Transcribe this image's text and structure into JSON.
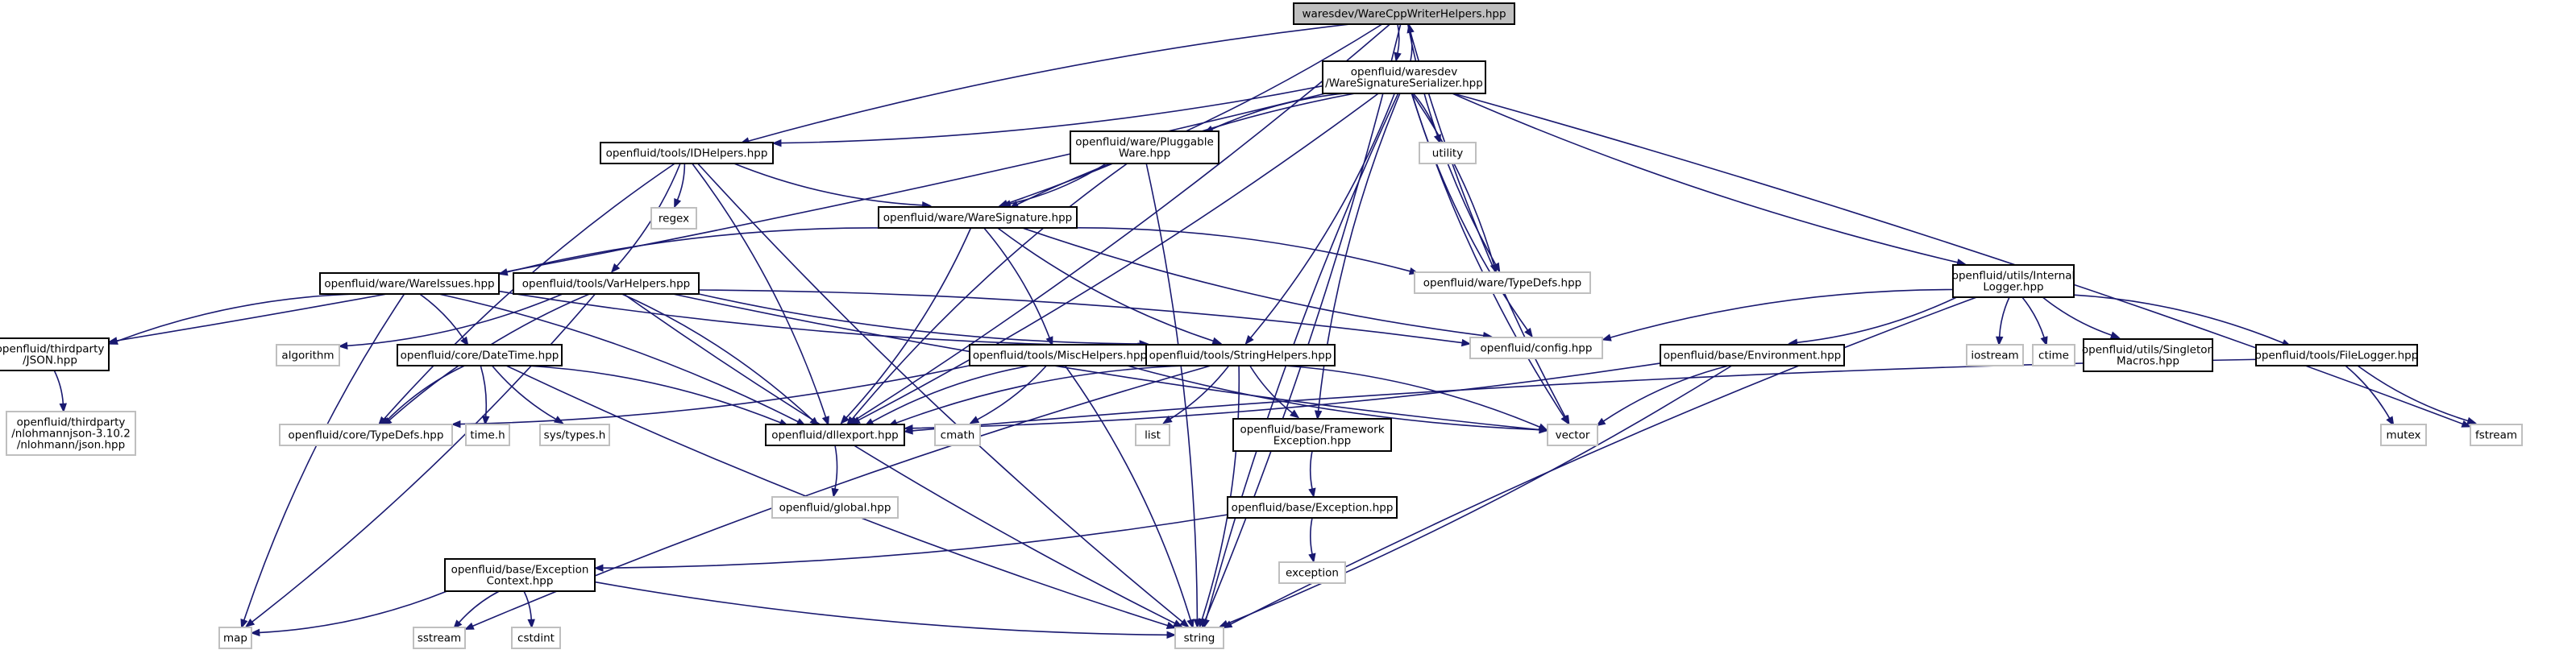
{
  "graph": {
    "colors": {
      "edge": "#191970",
      "root_fill": "#bfbfbf",
      "doc_border": "#000000",
      "system_border": "#bfbfbf"
    },
    "nodes": [
      {
        "id": "root",
        "kind": "root",
        "lines": [
          "waresdev/WareCppWriterHelpers.hpp"
        ]
      },
      {
        "id": "wss",
        "kind": "doc",
        "lines": [
          "openfluid/waresdev",
          "/WareSignatureSerializer.hpp"
        ]
      },
      {
        "id": "idh",
        "kind": "doc",
        "lines": [
          "openfluid/tools/IDHelpers.hpp"
        ]
      },
      {
        "id": "pw",
        "kind": "doc",
        "lines": [
          "openfluid/ware/Pluggable",
          "Ware.hpp"
        ]
      },
      {
        "id": "utility",
        "kind": "sys",
        "lines": [
          "utility"
        ]
      },
      {
        "id": "regex",
        "kind": "sys",
        "lines": [
          "regex"
        ]
      },
      {
        "id": "ws",
        "kind": "doc",
        "lines": [
          "openfluid/ware/WareSignature.hpp"
        ]
      },
      {
        "id": "wtd",
        "kind": "sys",
        "lines": [
          "openfluid/ware/TypeDefs.hpp"
        ]
      },
      {
        "id": "il",
        "kind": "doc",
        "lines": [
          "openfluid/utils/Internal",
          "Logger.hpp"
        ]
      },
      {
        "id": "wi",
        "kind": "doc",
        "lines": [
          "openfluid/ware/WareIssues.hpp"
        ]
      },
      {
        "id": "vh",
        "kind": "doc",
        "lines": [
          "openfluid/tools/VarHelpers.hpp"
        ]
      },
      {
        "id": "cfg",
        "kind": "sys",
        "lines": [
          "openfluid/config.hpp"
        ]
      },
      {
        "id": "json",
        "kind": "doc",
        "lines": [
          "openfluid/thirdparty",
          "/JSON.hpp"
        ]
      },
      {
        "id": "algorithm",
        "kind": "sys",
        "lines": [
          "algorithm"
        ]
      },
      {
        "id": "dt",
        "kind": "doc",
        "lines": [
          "openfluid/core/DateTime.hpp"
        ]
      },
      {
        "id": "mh",
        "kind": "doc",
        "lines": [
          "openfluid/tools/MiscHelpers.hpp"
        ]
      },
      {
        "id": "sh",
        "kind": "doc",
        "lines": [
          "openfluid/tools/StringHelpers.hpp"
        ]
      },
      {
        "id": "env",
        "kind": "doc",
        "lines": [
          "openfluid/base/Environment.hpp"
        ]
      },
      {
        "id": "iostream",
        "kind": "sys",
        "lines": [
          "iostream"
        ]
      },
      {
        "id": "ctime",
        "kind": "sys",
        "lines": [
          "ctime"
        ]
      },
      {
        "id": "sm",
        "kind": "doc",
        "lines": [
          "openfluid/utils/Singleton",
          "Macros.hpp"
        ]
      },
      {
        "id": "fl",
        "kind": "doc",
        "lines": [
          "openfluid/tools/FileLogger.hpp"
        ]
      },
      {
        "id": "nlohmann",
        "kind": "sys",
        "lines": [
          "openfluid/thirdparty",
          "/nlohmannjson-3.10.2",
          "/nlohmann/json.hpp"
        ]
      },
      {
        "id": "ctd",
        "kind": "sys",
        "lines": [
          "openfluid/core/TypeDefs.hpp"
        ]
      },
      {
        "id": "timeh",
        "kind": "sys",
        "lines": [
          "time.h"
        ]
      },
      {
        "id": "systypes",
        "kind": "sys",
        "lines": [
          "sys/types.h"
        ]
      },
      {
        "id": "dll",
        "kind": "doc",
        "lines": [
          "openfluid/dllexport.hpp"
        ]
      },
      {
        "id": "cmath",
        "kind": "sys",
        "lines": [
          "cmath"
        ]
      },
      {
        "id": "list",
        "kind": "sys",
        "lines": [
          "list"
        ]
      },
      {
        "id": "fe",
        "kind": "doc",
        "lines": [
          "openfluid/base/Framework",
          "Exception.hpp"
        ]
      },
      {
        "id": "vector",
        "kind": "sys",
        "lines": [
          "vector"
        ]
      },
      {
        "id": "mutex",
        "kind": "sys",
        "lines": [
          "mutex"
        ]
      },
      {
        "id": "fstream",
        "kind": "sys",
        "lines": [
          "fstream"
        ]
      },
      {
        "id": "global",
        "kind": "sys",
        "lines": [
          "openfluid/global.hpp"
        ]
      },
      {
        "id": "exc",
        "kind": "doc",
        "lines": [
          "openfluid/base/Exception.hpp"
        ]
      },
      {
        "id": "ec",
        "kind": "doc",
        "lines": [
          "openfluid/base/Exception",
          "Context.hpp"
        ]
      },
      {
        "id": "exception",
        "kind": "sys",
        "lines": [
          "exception"
        ]
      },
      {
        "id": "map",
        "kind": "sys",
        "lines": [
          "map"
        ]
      },
      {
        "id": "sstream",
        "kind": "sys",
        "lines": [
          "sstream"
        ]
      },
      {
        "id": "cstdint",
        "kind": "sys",
        "lines": [
          "cstdint"
        ]
      },
      {
        "id": "string",
        "kind": "sys",
        "lines": [
          "string"
        ]
      }
    ],
    "edges": [
      [
        "root",
        "wss"
      ],
      [
        "root",
        "idh"
      ],
      [
        "root",
        "ws"
      ],
      [
        "root",
        "wtd"
      ],
      [
        "root",
        "dll"
      ],
      [
        "root",
        "vector"
      ],
      [
        "root",
        "string"
      ],
      [
        "wss",
        "root"
      ],
      [
        "wss",
        "idh"
      ],
      [
        "wss",
        "pw"
      ],
      [
        "wss",
        "utility"
      ],
      [
        "wss",
        "ws"
      ],
      [
        "wss",
        "wtd"
      ],
      [
        "wss",
        "il"
      ],
      [
        "wss",
        "json"
      ],
      [
        "wss",
        "cfg"
      ],
      [
        "wss",
        "sh"
      ],
      [
        "wss",
        "fe"
      ],
      [
        "wss",
        "dll"
      ],
      [
        "wss",
        "vector"
      ],
      [
        "wss",
        "fstream"
      ],
      [
        "wss",
        "string"
      ],
      [
        "idh",
        "regex"
      ],
      [
        "idh",
        "ws"
      ],
      [
        "idh",
        "vh"
      ],
      [
        "idh",
        "ctd"
      ],
      [
        "idh",
        "dll"
      ],
      [
        "idh",
        "string"
      ],
      [
        "pw",
        "ws"
      ],
      [
        "pw",
        "dll"
      ],
      [
        "pw",
        "string"
      ],
      [
        "ws",
        "wi"
      ],
      [
        "ws",
        "wtd"
      ],
      [
        "ws",
        "cfg"
      ],
      [
        "ws",
        "mh"
      ],
      [
        "ws",
        "sh"
      ],
      [
        "ws",
        "dll"
      ],
      [
        "wi",
        "json"
      ],
      [
        "wi",
        "dt"
      ],
      [
        "wi",
        "sh"
      ],
      [
        "wi",
        "dll"
      ],
      [
        "wi",
        "map"
      ],
      [
        "vh",
        "algorithm"
      ],
      [
        "vh",
        "ctd"
      ],
      [
        "vh",
        "cfg"
      ],
      [
        "vh",
        "sh"
      ],
      [
        "vh",
        "dll"
      ],
      [
        "vh",
        "vector"
      ],
      [
        "vh",
        "map"
      ],
      [
        "vh",
        "string"
      ],
      [
        "json",
        "nlohmann"
      ],
      [
        "dt",
        "ctd"
      ],
      [
        "dt",
        "timeh"
      ],
      [
        "dt",
        "systypes"
      ],
      [
        "dt",
        "dll"
      ],
      [
        "dt",
        "string"
      ],
      [
        "mh",
        "ctd"
      ],
      [
        "mh",
        "dll"
      ],
      [
        "mh",
        "cmath"
      ],
      [
        "mh",
        "vector"
      ],
      [
        "mh",
        "string"
      ],
      [
        "sh",
        "dll"
      ],
      [
        "sh",
        "list"
      ],
      [
        "sh",
        "fe"
      ],
      [
        "sh",
        "vector"
      ],
      [
        "sh",
        "sstream"
      ],
      [
        "sh",
        "string"
      ],
      [
        "il",
        "cfg"
      ],
      [
        "il",
        "env"
      ],
      [
        "il",
        "iostream"
      ],
      [
        "il",
        "ctime"
      ],
      [
        "il",
        "sm"
      ],
      [
        "il",
        "fl"
      ],
      [
        "il",
        "string"
      ],
      [
        "env",
        "dll"
      ],
      [
        "env",
        "vector"
      ],
      [
        "env",
        "string"
      ],
      [
        "fl",
        "dll"
      ],
      [
        "fl",
        "mutex"
      ],
      [
        "fl",
        "fstream"
      ],
      [
        "dll",
        "global"
      ],
      [
        "fe",
        "exc"
      ],
      [
        "exc",
        "ec"
      ],
      [
        "exc",
        "exception"
      ],
      [
        "ec",
        "map"
      ],
      [
        "ec",
        "sstream"
      ],
      [
        "ec",
        "cstdint"
      ],
      [
        "ec",
        "string"
      ]
    ]
  }
}
